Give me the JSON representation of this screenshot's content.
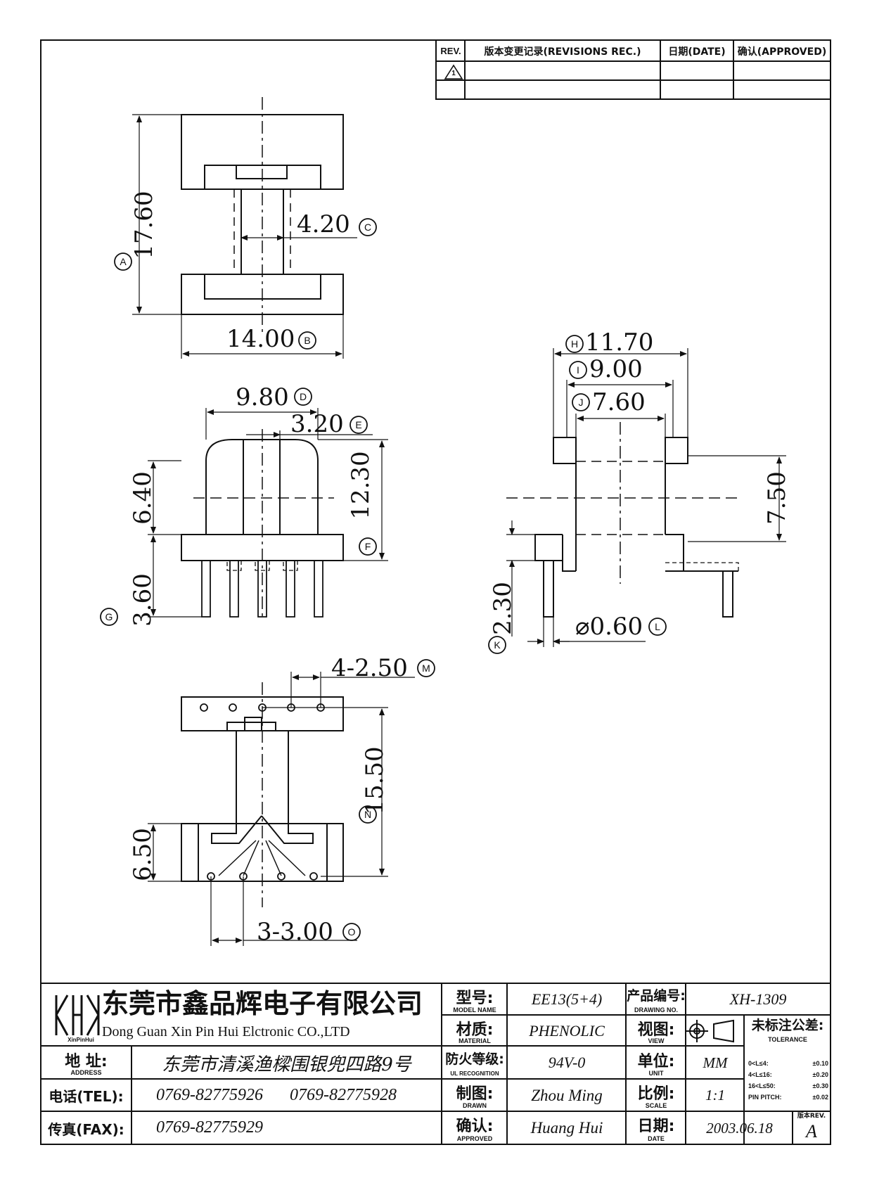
{
  "revision_table": {
    "rev_header": "REV.",
    "records_header": "版本变更记录(REVISIONS REC.)",
    "date_header": "日期(DATE)",
    "approved_header": "确认(APPROVED)",
    "rev_mark": "1"
  },
  "dimensions": {
    "a": "17.60",
    "b": "14.00",
    "c": "4.20",
    "d": "9.80",
    "e": "3.20",
    "f": "12.30",
    "f_upper": "6.40",
    "g": "3.60",
    "h": "11.70",
    "i": "9.00",
    "j": "7.60",
    "k": "2.30",
    "k_upper": "7.50",
    "l": "0.60",
    "m": "4-2.50",
    "n": "15.50",
    "n_lower": "6.50",
    "o": "3-3.00"
  },
  "title_block": {
    "company_cn": "东莞市鑫品辉电子有限公司",
    "company_en": "Dong Guan Xin Pin Hui Elctronic CO.,LTD",
    "logo_text": "XinPinHui",
    "address_label": "地 址:",
    "address_sub": "ADDRESS",
    "address_value": "东莞市清溪渔樑围银兜四路9号",
    "tel_label": "电话(TEL):",
    "tel_value_1": "0769-82775926",
    "tel_value_2": "0769-82775928",
    "fax_label": "传真(FAX):",
    "fax_value": "0769-82775929",
    "model_label": "型号:",
    "model_sub": "MODEL NAME",
    "model_value": "EE13(5+4)",
    "material_label": "材质:",
    "material_sub": "MATERIAL",
    "material_value": "PHENOLIC",
    "ul_label": "防火等级:",
    "ul_sub": "UL RECOGNITION",
    "ul_value": "94V-0",
    "drawn_label": "制图:",
    "drawn_sub": "DRAWN",
    "drawn_value": "Zhou Ming",
    "approved_label": "确认:",
    "approved_sub": "APPROVED",
    "approved_value": "Huang Hui",
    "drawing_no_label": "产品编号:",
    "drawing_no_sub": "DRAWING NO.",
    "drawing_no_value": "XH-1309",
    "view_label": "视图:",
    "view_sub": "VIEW",
    "unit_label": "单位:",
    "unit_sub": "UNIT",
    "unit_value": "MM",
    "scale_label": "比例:",
    "scale_sub": "SCALE",
    "scale_value": "1:1",
    "date_label": "日期:",
    "date_sub": "DATE",
    "date_value": "2003.06.18",
    "tolerance_label": "未标注公差:",
    "tolerance_sub": "TOLERANCE",
    "tolerance_rows": [
      {
        "range": "0<L≤4:",
        "value": "±0.10"
      },
      {
        "range": "4<L≤16:",
        "value": "±0.20"
      },
      {
        "range": "16<L≤50:",
        "value": "±0.30"
      },
      {
        "range": "PIN PITCH:",
        "value": "±0.02"
      }
    ],
    "version_label": "版本REV.",
    "version_value": "A"
  }
}
